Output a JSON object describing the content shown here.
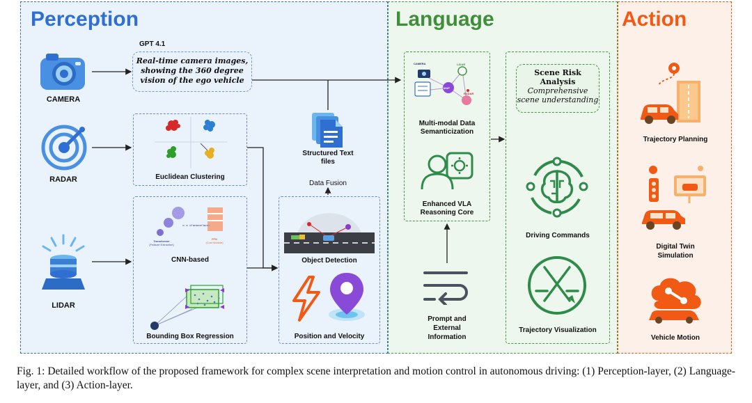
{
  "perception": {
    "title": "Perception",
    "gpt_label": "GPT 4.1",
    "bubble_text": "Real-time camera images, showing the 360 degree vision of the ego vehicle",
    "sensors": [
      "CAMERA",
      "RADAR",
      "LIDAR"
    ],
    "modules": {
      "clustering": "Euclidean Clustering",
      "cnn": "CNN-based",
      "bbox": "Bounding Box Regression",
      "structured": "Structured Text files",
      "fusion": "Data Fusion",
      "object": "Object Detection",
      "position": "Position and  Velocity"
    },
    "cnn_tiny": {
      "transformer": "Transformer",
      "transformer_sub": "(Feature Extraction)",
      "feature_fusion": "Feature Fusion",
      "ffn": "FFN",
      "ffn_sub": "(Cost Module)"
    }
  },
  "language": {
    "title": "Language",
    "semantic": "Multi-modal Data Semanticization",
    "vla": "Enhanced VLA Reasoning  Core",
    "prompt": "Prompt and External Information",
    "risk_title": "Scene Risk Analysis",
    "risk_sub": "Comprehensive scene understanding",
    "driving": "Driving Commands",
    "trajvis": "Trajectory Visualization",
    "mini": {
      "camera": "CAMERA",
      "lidar": "LIDAR",
      "radar": "RADAR",
      "map": "MAP"
    }
  },
  "action": {
    "title": "Action",
    "items": [
      "Trajectory Planning",
      "Digital Twin Simulation",
      "Vehicle Motion"
    ]
  },
  "caption": "Fig. 1: Detailed workflow of the proposed framework for complex scene interpretation and motion control in autonomous driving: (1) Perception-layer, (2) Language-layer, and (3) Action-layer.",
  "colors": {
    "perception": "#2f6fd1",
    "language": "#3f8f3a",
    "action": "#f05a14"
  }
}
